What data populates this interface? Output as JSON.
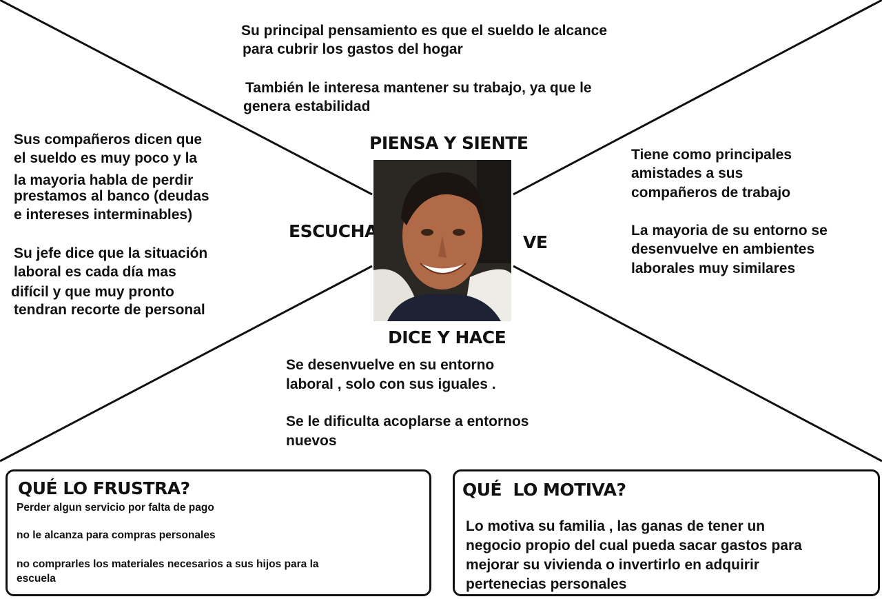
{
  "quadrants": {
    "thinks": {
      "heading": "PIENSA Y SIENTE",
      "lines": [
        "Su principal pensamiento es que el sueldo le alcance",
        " para cubrir los gastos del hogar",
        "También le interesa mantener su trabajo, ya que le",
        " genera estabilidad"
      ]
    },
    "hears": {
      "heading": "ESCUCHA",
      "lines": [
        "Sus compañeros dicen que",
        "el sueldo es muy poco y la",
        "la mayoria habla de perdir",
        "prestamos al banco (deudas",
        "e intereses interminables)",
        "Su jefe dice que la situación",
        "laboral es cada día mas",
        " difícil y que muy pronto",
        "tendran recorte de personal"
      ]
    },
    "sees": {
      "heading": "VE",
      "lines": [
        "Tiene como principales",
        "amistades a sus",
        "compañeros de trabajo",
        "La mayoria de su entorno se",
        "desenvuelve en ambientes",
        "laborales muy similares"
      ]
    },
    "says": {
      "heading": "DICE Y HACE",
      "lines": [
        "Se desenvuelve en su entorno",
        "laboral , solo con sus iguales .",
        "Se le dificulta acoplarse a entornos",
        "nuevos"
      ]
    }
  },
  "frustrations": {
    "title": "QUÉ LO FRUSTRA?",
    "items": [
      "Perder algun servicio por falta de pago",
      "no le alcanza para compras personales",
      "no comprarles los materiales necesarios a sus hijos para la",
      "escuela"
    ]
  },
  "motivations": {
    "title": "QUÉ  LO MOTIVA?",
    "lines": [
      "Lo motiva su familia , las ganas de tener un",
      "negocio propio del cual pueda sacar gastos para",
      "mejorar su vivienda o invertirlo en adquirir",
      "pertenecias personales"
    ]
  },
  "photo": {
    "icon": "person-portrait-icon"
  }
}
